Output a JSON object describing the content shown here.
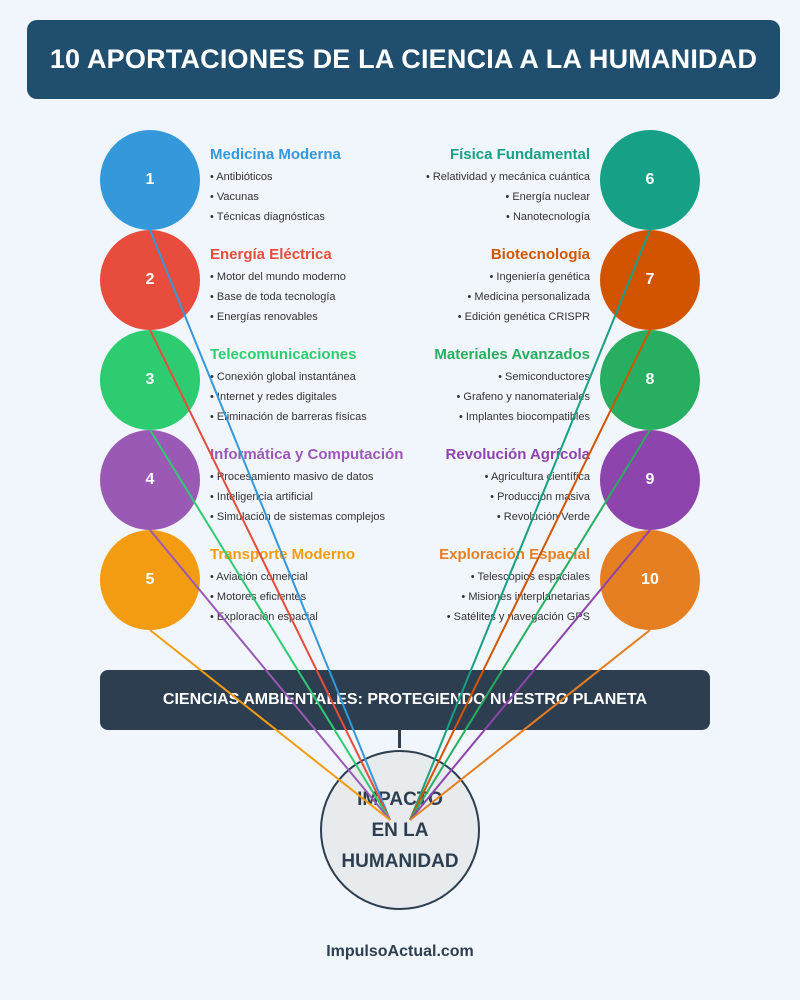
{
  "title": "10 APORTACIONES DE LA CIENCIA A LA HUMANIDAD",
  "contributions": [
    {
      "num": "1",
      "heading": "Medicina Moderna",
      "color": "#3498db",
      "items": [
        "• Antibióticos",
        "• Vacunas",
        "• Técnicas diagnósticas"
      ]
    },
    {
      "num": "2",
      "heading": "Energía Eléctrica",
      "color": "#e74c3c",
      "items": [
        "• Motor del mundo moderno",
        "• Base de toda tecnología",
        "• Energías renovables"
      ]
    },
    {
      "num": "3",
      "heading": "Telecomunicaciones",
      "color": "#2ecc71",
      "items": [
        "• Conexión global instantánea",
        "• Internet y redes digitales",
        "• Eliminación de barreras físicas"
      ]
    },
    {
      "num": "4",
      "heading": "Informática y Computación",
      "color": "#9b59b6",
      "items": [
        "• Procesamiento masivo de datos",
        "• Inteligencia artificial",
        "• Simulación de sistemas complejos"
      ]
    },
    {
      "num": "5",
      "heading": "Transporte Moderno",
      "color": "#f39c12",
      "items": [
        "• Aviación comercial",
        "• Motores eficientes",
        "• Exploración espacial"
      ]
    },
    {
      "num": "6",
      "heading": "Física Fundamental",
      "color": "#16a085",
      "items": [
        "• Relatividad y mecánica cuántica",
        "• Energía nuclear",
        "• Nanotecnología"
      ]
    },
    {
      "num": "7",
      "heading": "Biotecnología",
      "color": "#d35400",
      "items": [
        "• Ingeniería genética",
        "• Medicina personalizada",
        "• Edición genética CRISPR"
      ]
    },
    {
      "num": "8",
      "heading": "Materiales Avanzados",
      "color": "#27ae60",
      "items": [
        "• Semiconductores",
        "• Grafeno y nanomateriales",
        "• Implantes biocompatibles"
      ]
    },
    {
      "num": "9",
      "heading": "Revolución Agrícola",
      "color": "#8e44ad",
      "items": [
        "• Agricultura científica",
        "• Producción masiva",
        "• Revolución Verde"
      ]
    },
    {
      "num": "10",
      "heading": "Exploración Espacial",
      "color": "#e67e22",
      "items": [
        "• Telescopios espaciales",
        "• Misiones interplanetarias",
        "• Satélites y navegación GPS"
      ]
    }
  ],
  "environment_bar": "CIENCIAS AMBIENTALES: PROTEGIENDO NUESTRO PLANETA",
  "center": {
    "lines": [
      "IMPACTO",
      "EN LA",
      "HUMANIDAD"
    ]
  },
  "footer": "ImpulsoActual.com",
  "colors": {
    "title_bg": "#1f4e6e",
    "dark": "#2c3e50",
    "background": "#f0f6fb"
  }
}
